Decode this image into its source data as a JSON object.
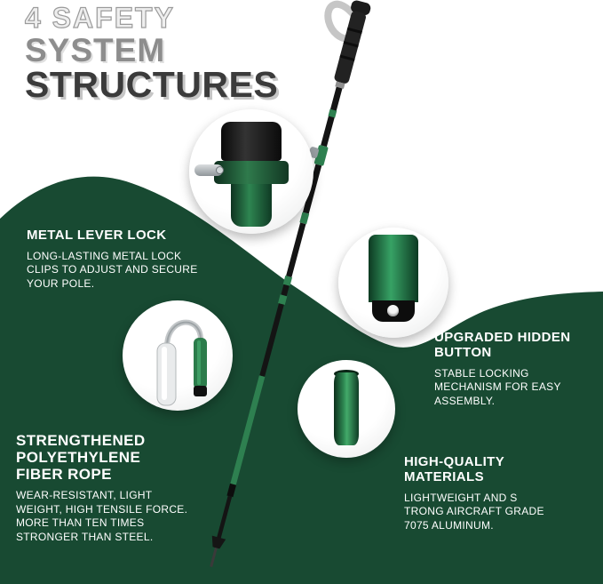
{
  "title": {
    "line1": "4 SAFETY",
    "line2": "SYSTEM",
    "line3": "STRUCTURES"
  },
  "features": [
    {
      "heading": "METAL LEVER LOCK",
      "description": "LONG-LASTING METAL LOCK CLIPS TO ADJUST AND SECURE YOUR POLE."
    },
    {
      "heading": "UPGRADED HIDDEN BUTTON",
      "description": "STABLE LOCKING MECHANISM FOR EASY ASSEMBLY."
    },
    {
      "heading": "STRENGTHENED POLYETHYLENE FIBER ROPE",
      "description": "WEAR-RESISTANT, LIGHT WEIGHT, HIGH TENSILE FORCE. MORE THAN TEN TIMES STRONGER THAN STEEL."
    },
    {
      "heading": "HIGH-QUALITY MATERIALS",
      "description": "LIGHTWEIGHT AND S TRONG AIRCRAFT GRADE 7075 ALUMINUM."
    }
  ],
  "colors": {
    "background_green": "#184a32",
    "pole_green": "#2e8050",
    "title_gray": "#8d8d8d",
    "title_dark": "#3b3b3b",
    "text_white": "#ffffff"
  }
}
